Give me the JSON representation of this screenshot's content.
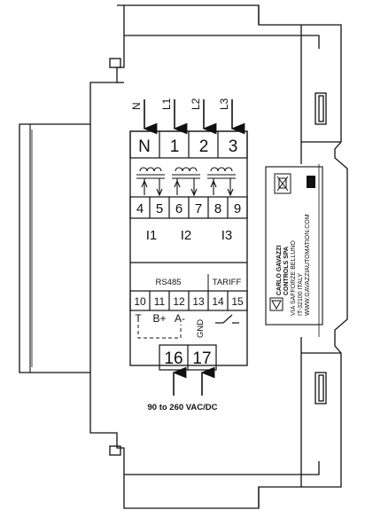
{
  "inputs_top": {
    "wires": [
      {
        "label": "N"
      },
      {
        "label": "L1"
      },
      {
        "label": "L2"
      },
      {
        "label": "L3"
      }
    ]
  },
  "voltage_terminals": [
    "N",
    "1",
    "2",
    "3"
  ],
  "ct_terminals": [
    "4",
    "5",
    "6",
    "7",
    "8",
    "9"
  ],
  "current_inputs": [
    "I1",
    "I2",
    "I3"
  ],
  "rs485_label": "RS485",
  "tariff_label": "TARIFF",
  "bottom_terminals": [
    "10",
    "11",
    "12",
    "13",
    "14",
    "15"
  ],
  "rs485_pins": {
    "t": "T",
    "b_plus": "B+",
    "a_minus": "A-",
    "gnd": "GND"
  },
  "power_terminals": [
    "16",
    "17"
  ],
  "supply_label": "90 to 260 VAC/DC",
  "label_plate": {
    "lines": [
      "CARLO GAVAZZI",
      "CONTROLS SPA",
      "VIA SAFFORZE BELLUNO",
      "IT-32100 ITALY",
      "WWW.GAVAZZIAUTOMATION.COM"
    ]
  }
}
